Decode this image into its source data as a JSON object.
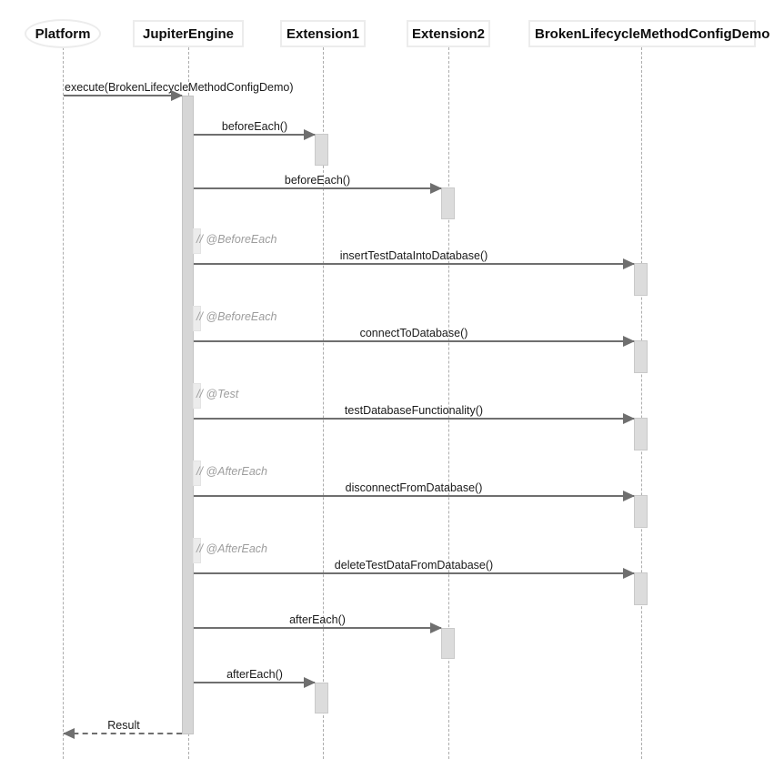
{
  "diagram": {
    "type": "uml-sequence-diagram",
    "participants": [
      {
        "label": "Platform",
        "shape": "ellipse"
      },
      {
        "label": "JupiterEngine",
        "shape": "rect"
      },
      {
        "label": "Extension1",
        "shape": "rect"
      },
      {
        "label": "Extension2",
        "shape": "rect"
      },
      {
        "label": "BrokenLifecycleMethodConfigDemo",
        "shape": "rect"
      }
    ],
    "messages": [
      {
        "label": "execute(BrokenLifecycleMethodConfigDemo)",
        "from": "Platform",
        "to": "JupiterEngine",
        "line": "solid"
      },
      {
        "label": "beforeEach()",
        "from": "JupiterEngine",
        "to": "Extension1",
        "line": "solid"
      },
      {
        "label": "beforeEach()",
        "from": "JupiterEngine",
        "to": "Extension2",
        "line": "solid"
      },
      {
        "label": "insertTestDataIntoDatabase()",
        "from": "JupiterEngine",
        "to": "BrokenLifecycleMethodConfigDemo",
        "line": "solid",
        "comment": "// @BeforeEach"
      },
      {
        "label": "connectToDatabase()",
        "from": "JupiterEngine",
        "to": "BrokenLifecycleMethodConfigDemo",
        "line": "solid",
        "comment": "// @BeforeEach"
      },
      {
        "label": "testDatabaseFunctionality()",
        "from": "JupiterEngine",
        "to": "BrokenLifecycleMethodConfigDemo",
        "line": "solid",
        "comment": "// @Test"
      },
      {
        "label": "disconnectFromDatabase()",
        "from": "JupiterEngine",
        "to": "BrokenLifecycleMethodConfigDemo",
        "line": "solid",
        "comment": "// @AfterEach"
      },
      {
        "label": "deleteTestDataFromDatabase()",
        "from": "JupiterEngine",
        "to": "BrokenLifecycleMethodConfigDemo",
        "line": "solid",
        "comment": "// @AfterEach"
      },
      {
        "label": "afterEach()",
        "from": "JupiterEngine",
        "to": "Extension2",
        "line": "solid"
      },
      {
        "label": "afterEach()",
        "from": "JupiterEngine",
        "to": "Extension1",
        "line": "solid"
      },
      {
        "label": "Result",
        "from": "JupiterEngine",
        "to": "Platform",
        "line": "dashed"
      }
    ],
    "colors": {
      "arrow": "#6f6f6f",
      "activation_fill": "#dcdcdc",
      "activation_border": "#c9c9c9",
      "lifeline": "#adadad",
      "comment_text": "#9d9d9d",
      "box_border": "#ececec",
      "background": "#ffffff"
    }
  }
}
